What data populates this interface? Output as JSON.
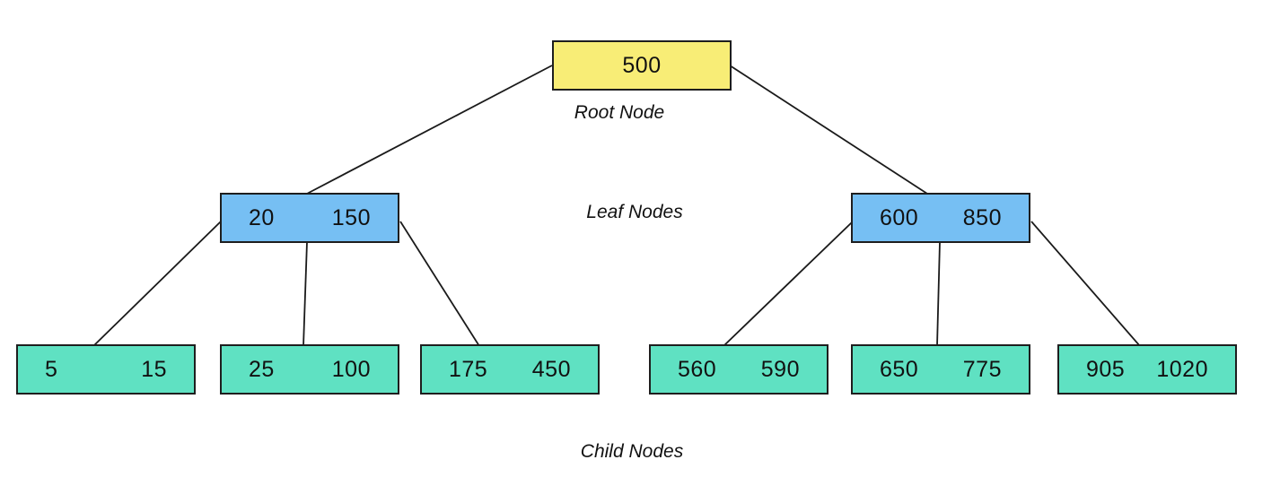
{
  "tree": {
    "root": {
      "keys": [
        "500"
      ]
    },
    "internal": [
      {
        "keys": [
          "20",
          "150"
        ]
      },
      {
        "keys": [
          "600",
          "850"
        ]
      }
    ],
    "children": [
      {
        "keys": [
          "5",
          "15"
        ]
      },
      {
        "keys": [
          "25",
          "100"
        ]
      },
      {
        "keys": [
          "175",
          "450"
        ]
      },
      {
        "keys": [
          "560",
          "590"
        ]
      },
      {
        "keys": [
          "650",
          "775"
        ]
      },
      {
        "keys": [
          "905",
          "1020"
        ]
      }
    ]
  },
  "labels": {
    "root": "Root Node",
    "leaf": "Leaf Nodes",
    "child": "Child Nodes"
  },
  "colors": {
    "root_fill": "#F8ED76",
    "internal_fill": "#76BFF3",
    "child_fill": "#5FE1C2",
    "border": "#1E1E1E",
    "edge": "#1A1A1A",
    "background": "#FFFFFF",
    "text": "#111111"
  }
}
